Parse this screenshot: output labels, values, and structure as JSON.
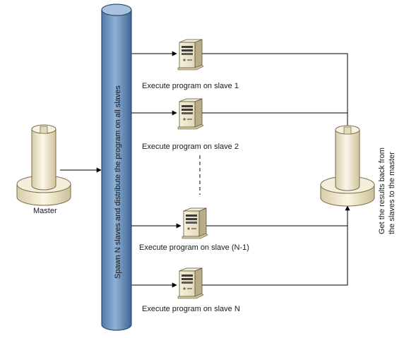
{
  "master": {
    "label": "Master"
  },
  "bus": {
    "label": "Spawn N slaves and distribute the program on all slaves"
  },
  "slaves": [
    {
      "label": "Execute program on slave 1"
    },
    {
      "label": "Execute program on slave 2"
    },
    {
      "label": "Execute program on slave (N-1)"
    },
    {
      "label": "Execute program on slave N"
    }
  ],
  "collector": {
    "label_line1": "Get the results back from",
    "label_line2": "the slaves to the master"
  },
  "colors": {
    "bus_fill": "#6f97c0",
    "bus_edge": "#2f4f72",
    "server_body": "#efe7cc",
    "master_fill": "#efe7cc"
  }
}
